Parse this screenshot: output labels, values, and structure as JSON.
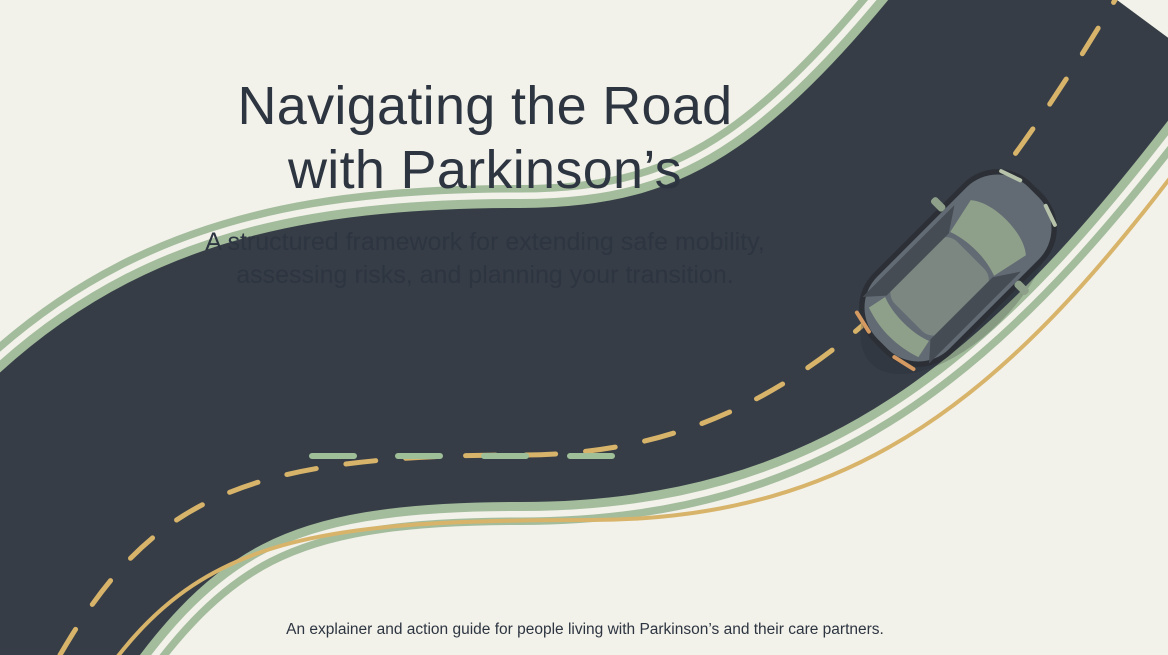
{
  "slide": {
    "title_lines": [
      "Navigating the Road",
      "with Parkinson’s"
    ],
    "subtitle_lines": [
      "A structured framework for extending safe mobility,",
      "assessing risks, and planning your transition."
    ],
    "footer": "An explainer and action guide for people living with Parkinson’s and their care partners."
  },
  "illustration": {
    "subject": "winding road with car",
    "icons": [
      "road-icon",
      "car-icon"
    ],
    "colors": {
      "background": "#f2f1ea",
      "asphalt": "#373d47",
      "road_edge_green": "#a3bc9c",
      "center_line_gold": "#d8b46a",
      "center_line_green": "#9fbf98",
      "car_body": "#626b73",
      "car_window": "#8ea08a",
      "text": "#2d3541"
    }
  }
}
